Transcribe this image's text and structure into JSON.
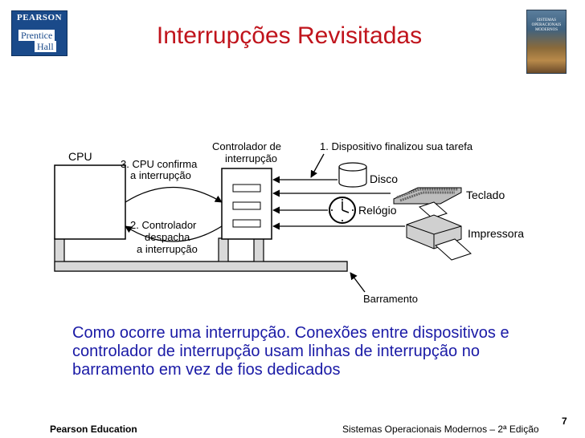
{
  "logo": {
    "brand": "PEARSON",
    "line1": "Prentice",
    "line2": "Hall"
  },
  "cover": {
    "title": "SISTEMAS OPERACIONAIS MODERNOS"
  },
  "title": "Interrupções Revisitadas",
  "diagram": {
    "cpu": "CPU",
    "controller_line1": "Controlador de",
    "controller_line2": "interrupção",
    "step1": "1. Dispositivo finalizou sua tarefa",
    "step3_line1": "3. CPU confirma",
    "step3_line2": "a interrupção",
    "step2_line1": "2. Controlador",
    "step2_line2": "despacha",
    "step2_line3": "a interrupção",
    "disk": "Disco",
    "keyboard": "Teclado",
    "clock": "Relógio",
    "printer": "Impressora",
    "bus": "Barramento"
  },
  "caption": "Como ocorre uma interrupção. Conexões entre dispositivos e controlador de interrupção usam linhas de interrupção no barramento em vez de fios dedicados",
  "footer": {
    "left": "Pearson Education",
    "middle": "Sistemas Operacionais Modernos – 2ª Edição",
    "page": "7"
  }
}
